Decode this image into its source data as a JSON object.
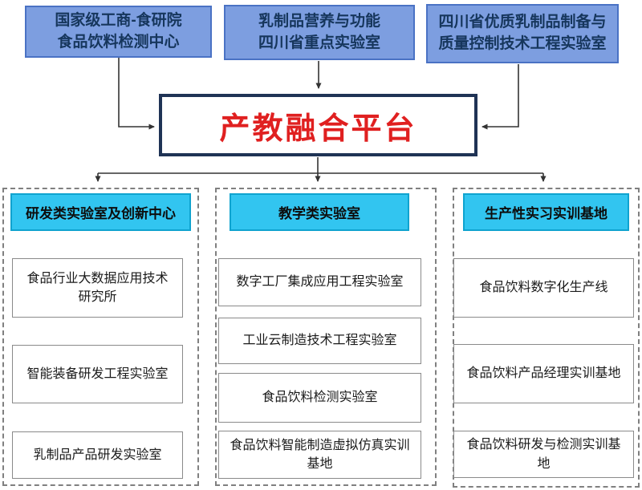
{
  "diagram": {
    "top_boxes": [
      {
        "lines": [
          "国家级工商-食研院",
          "食品饮料检测中心"
        ]
      },
      {
        "lines": [
          "乳制品营养与功能",
          "四川省重点实验室"
        ]
      },
      {
        "lines": [
          "四川省优质乳制品制备与",
          "质量控制技术工程实验室"
        ]
      }
    ],
    "platform": {
      "label": "产教融合平台"
    },
    "columns": [
      {
        "header": "研发类实验室及创新中心",
        "items": [
          "食品行业大数据应用技术研究所",
          "智能装备研发工程实验室",
          "乳制品产品研发实验室"
        ]
      },
      {
        "header": "教学类实验室",
        "items": [
          "数字工厂集成应用工程实验室",
          "工业云制造技术工程实验室",
          "食品饮料检测实验室",
          "食品饮料智能制造虚拟仿真实训基地"
        ]
      },
      {
        "header": "生产性实习实训基地",
        "items": [
          "食品饮料数字化生产线",
          "食品饮料产品经理实训基地",
          "食品饮料研发与检测实训基地"
        ]
      }
    ],
    "colors": {
      "top_box_fill": "#7d9ee0",
      "top_box_border": "#4a72c4",
      "top_box_text": "#16365c",
      "platform_border": "#1f3355",
      "platform_text": "#e02020",
      "column_header_fill": "#32c5f0",
      "column_header_border": "#0fa3cf",
      "item_border": "#8a8a8a",
      "container_dashed_border": "#808080",
      "connector": "#333333"
    }
  }
}
